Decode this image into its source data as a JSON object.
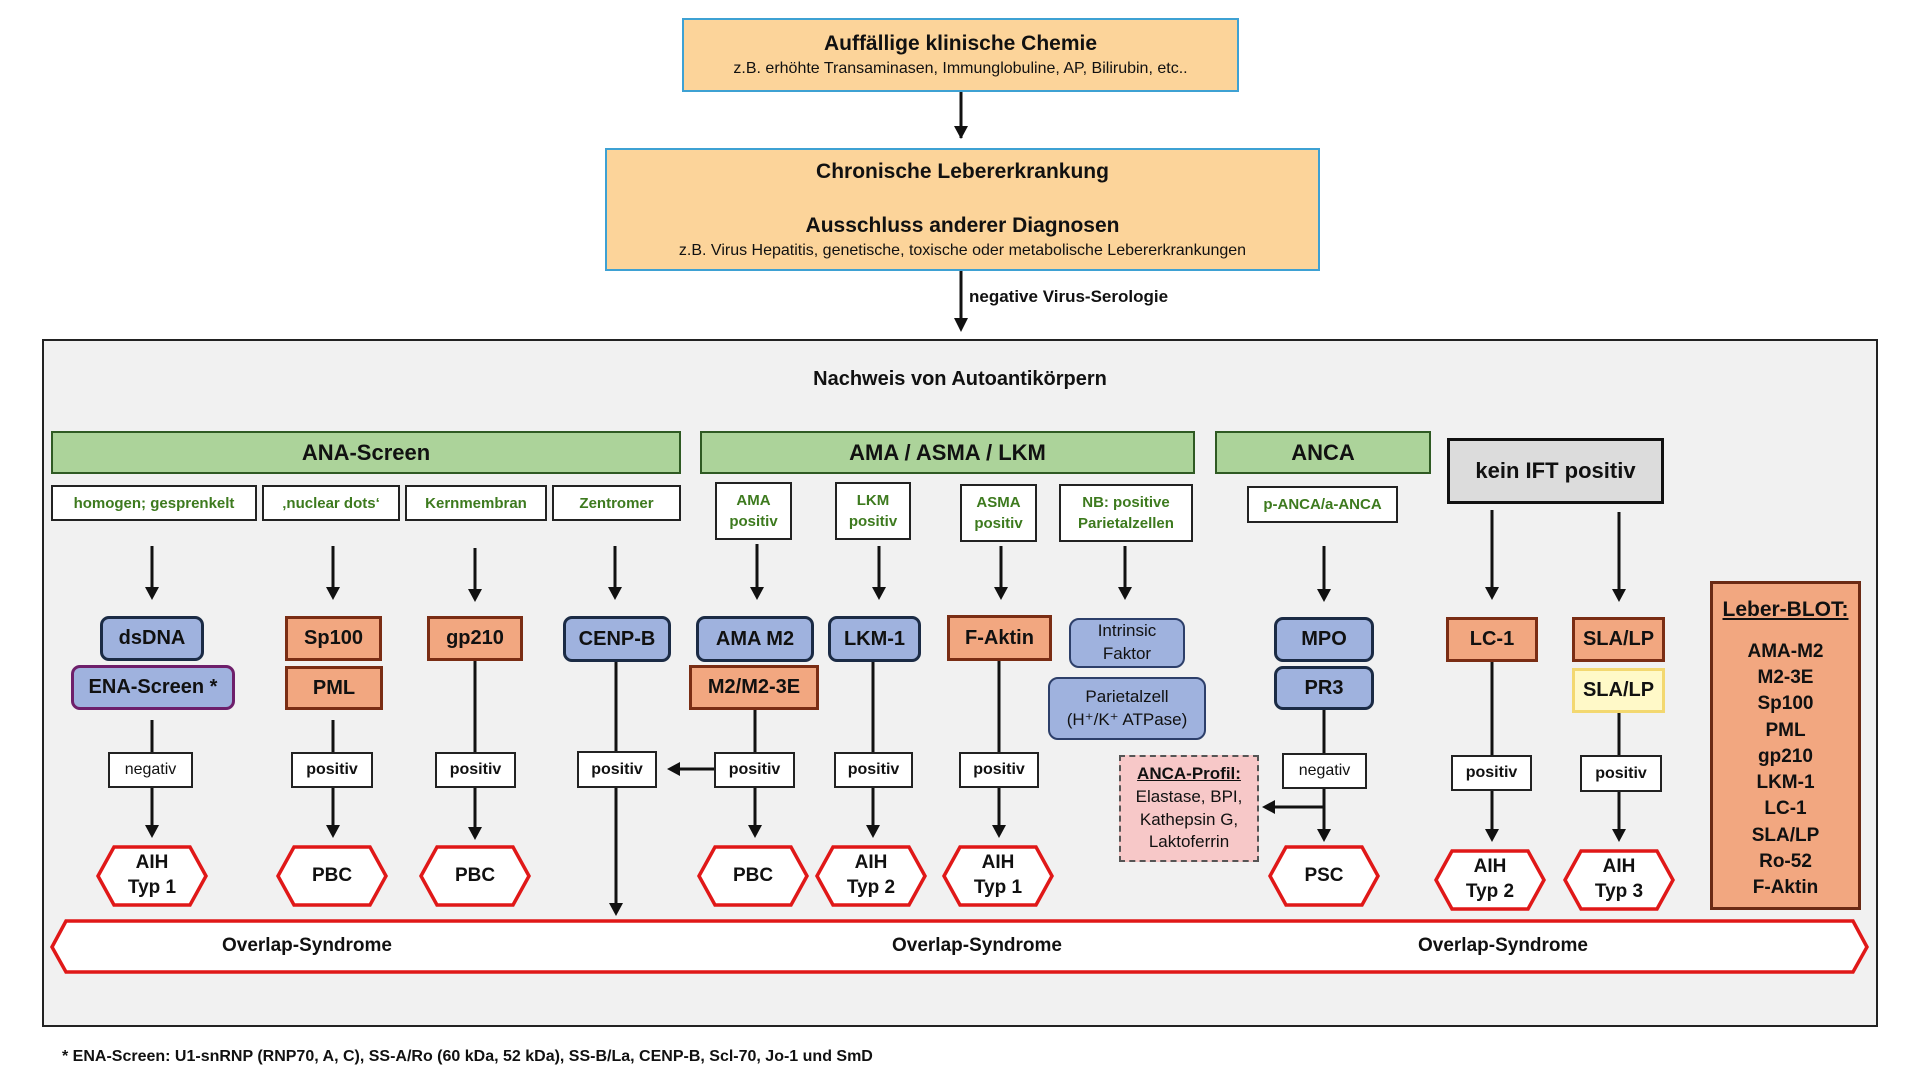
{
  "top": {
    "title": "Auffällige klinische Chemie",
    "subtitle": "z.B. erhöhte Transaminasen, Immunglobuline, AP, Bilirubin, etc.."
  },
  "second": {
    "title1": "Chronische Lebererkrankung",
    "title2": "Ausschluss anderer Diagnosen",
    "subtitle": "z.B. Virus Hepatitis, genetische, toxische oder metabolische Lebererkrankungen"
  },
  "arrow_label": "negative Virus-Serologie",
  "frame": {
    "title": "Nachweis von Autoantikörpern"
  },
  "headers": {
    "ana": "ANA-Screen",
    "ama": "AMA / ASMA / LKM",
    "anca": "ANCA",
    "kein": "kein IFT positiv"
  },
  "patterns": {
    "homogen": "homogen; gesprenkelt",
    "nuclear": "‚nuclear dots‘",
    "kern": "Kernmembran",
    "zentromer": "Zentromer",
    "ama_pos_1": "AMA",
    "ama_pos_2": "positiv",
    "lkm_pos_1": "LKM",
    "lkm_pos_2": "positiv",
    "asma_pos_1": "ASMA",
    "asma_pos_2": "positiv",
    "nb_1": "NB: positive",
    "nb_2": "Parietalzellen",
    "anca_pattern": "p-ANCA/a-ANCA"
  },
  "antigens": {
    "dsdna": "dsDNA",
    "ena": "ENA-Screen *",
    "sp100": "Sp100",
    "pml": "PML",
    "gp210": "gp210",
    "cenpb": "CENP-B",
    "amam2": "AMA M2",
    "m2": "M2/M2-3E",
    "lkm1": "LKM-1",
    "faktin": "F-Aktin",
    "intrinsic_1": "Intrinsic",
    "intrinsic_2": "Faktor",
    "parietal_1": "Parietalzell",
    "parietal_2": "(H⁺/K⁺ ATPase)",
    "mpo": "MPO",
    "pr3": "PR3",
    "lc1": "LC-1",
    "slalp": "SLA/LP",
    "slalp2": "SLA/LP"
  },
  "results": {
    "r1": "negativ",
    "r2": "positiv",
    "r3": "positiv",
    "r4": "positiv",
    "r5": "positiv",
    "r6": "positiv",
    "r7": "positiv",
    "r8": "negativ",
    "r9": "positiv",
    "r10": "positiv"
  },
  "anca_profile": {
    "title": "ANCA-Profil:",
    "line1": "Elastase, BPI,",
    "line2": "Kathepsin G,",
    "line3": "Laktoferrin"
  },
  "diagnoses": [
    {
      "l1": "AIH",
      "l2": "Typ 1"
    },
    {
      "l1": "PBC",
      "l2": ""
    },
    {
      "l1": "PBC",
      "l2": ""
    },
    {
      "l1": "PBC",
      "l2": ""
    },
    {
      "l1": "AIH",
      "l2": "Typ 2"
    },
    {
      "l1": "AIH",
      "l2": "Typ 1"
    },
    {
      "l1": "PSC",
      "l2": ""
    },
    {
      "l1": "AIH",
      "l2": "Typ 2"
    },
    {
      "l1": "AIH",
      "l2": "Typ 3"
    }
  ],
  "overlap": {
    "label1": "Overlap-Syndrome",
    "label2": "Overlap-Syndrome",
    "label3": "Overlap-Syndrome"
  },
  "blot": {
    "title": "Leber-BLOT:",
    "items": [
      "AMA-M2",
      "M2-3E",
      "Sp100",
      "PML",
      "gp210",
      "LKM-1",
      "LC-1",
      "SLA/LP",
      "Ro-52",
      "F-Aktin"
    ]
  },
  "footnote": "* ENA-Screen: U1-snRNP (RNP70, A, C), SS-A/Ro (60 kDa, 52 kDa), SS-B/La, CENP-B, Scl-70, Jo-1 und SmD",
  "colors": {
    "peach": "#fcd49a",
    "green": "#acd39a",
    "blue": "#9fb2de",
    "orange": "#f2a780",
    "yellow": "#fff9c8",
    "pink": "#f7c8c8",
    "red": "#e01818",
    "frame": "#f1f1f1"
  }
}
